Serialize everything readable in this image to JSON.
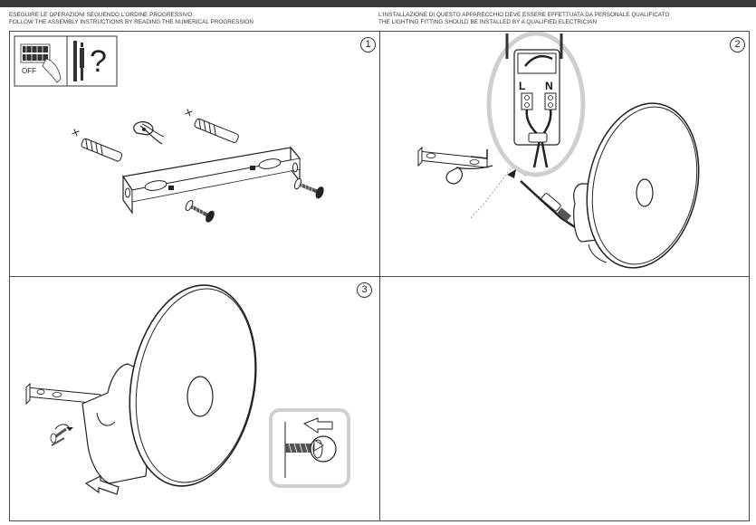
{
  "header": {
    "left": {
      "line1": "ESEGUIRE LE OPERAZIONI SEGUENDO L'ORDINE PROGRESSIVO",
      "line2": "FOLLOW THE ASSEMBLY INSTRUCTIONS BY READING THE NUMERICAL PROGRESSION"
    },
    "right": {
      "line1": "L'INSTALLAZIONE DI QUESTO APPARECCHIO DEVE ESSERE EFFETTUATA DA PERSONALE QUALIFICATO",
      "line2": "THE LIGHTING FITTING SHOULD BE INSTALLED BY A QUALIFIED ELECTRICIAN"
    }
  },
  "steps": [
    {
      "number": "1",
      "icons": {
        "power_off_label": "OFF",
        "question_mark": "?"
      }
    },
    {
      "number": "2",
      "terminals": {
        "line": "L",
        "neutral": "N"
      }
    },
    {
      "number": "3"
    }
  ]
}
